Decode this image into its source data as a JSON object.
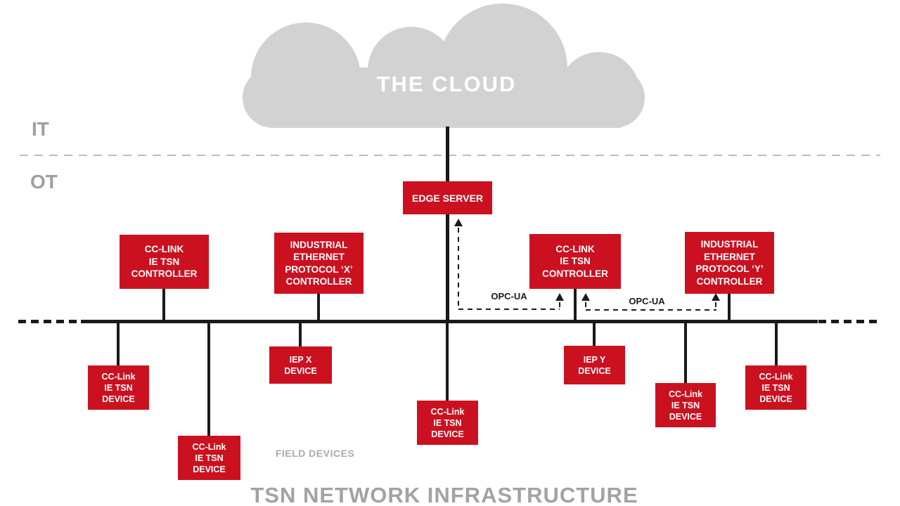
{
  "colors": {
    "node_red": "#cb1120",
    "cloud_gray": "#d2d2d2",
    "label_gray": "#a3a3a3",
    "line_black": "#1a1a1a"
  },
  "cloud": {
    "label": "THE CLOUD"
  },
  "zones": {
    "it": "IT",
    "ot": "OT"
  },
  "nodes": {
    "edge_server": {
      "label": "EDGE SERVER"
    },
    "cclink_controller_left": {
      "label": "CC-LINK\nIE TSN\nCONTROLLER"
    },
    "iep_x_controller": {
      "label": "INDUSTRIAL\nETHERNET\nPROTOCOL ‘X’\nCONTROLLER"
    },
    "cclink_controller_right": {
      "label": "CC-LINK\nIE TSN\nCONTROLLER"
    },
    "iep_y_controller": {
      "label": "INDUSTRIAL\nETHERNET\nPROTOCOL ‘Y’\nCONTROLLER"
    },
    "cclink_device_1": {
      "label": "CC-Link\nIE TSN\nDEVICE"
    },
    "cclink_device_2": {
      "label": "CC-Link\nIE TSN\nDEVICE"
    },
    "iep_x_device": {
      "label": "IEP X\nDEVICE"
    },
    "cclink_device_3": {
      "label": "CC-Link\nIE TSN\nDEVICE"
    },
    "iep_y_device": {
      "label": "IEP Y\nDEVICE"
    },
    "cclink_device_4": {
      "label": "CC-Link\nIE TSN\nDEVICE"
    },
    "cclink_device_5": {
      "label": "CC-Link\nIE TSN\nDEVICE"
    }
  },
  "links": {
    "opcua_1": {
      "label": "OPC-UA"
    },
    "opcua_2": {
      "label": "OPC-UA"
    }
  },
  "captions": {
    "field_devices": "FIELD DEVICES",
    "title": "TSN NETWORK INFRASTRUCTURE"
  }
}
